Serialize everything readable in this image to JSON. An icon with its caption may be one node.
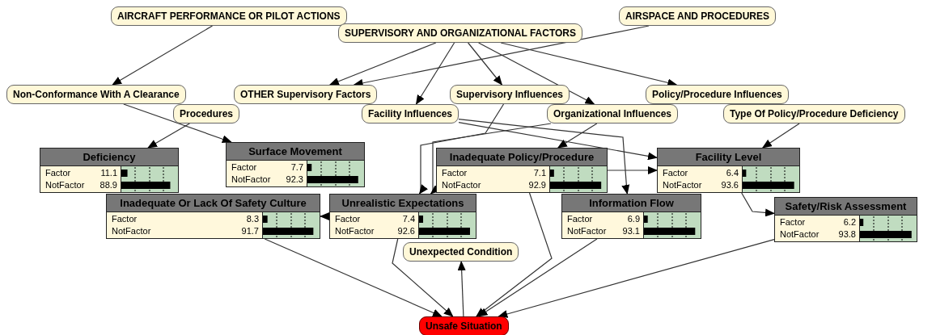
{
  "diagram": {
    "nodes": [
      {
        "text": [
          "AIRCRAFT PERFORMANCE OR PILOT ACTIONS"
        ]
      },
      {
        "text": [
          "SUPERVISORY AND ORGANIZATIONAL FACTORS"
        ]
      },
      {
        "text": [
          "AIRSPACE AND PROCEDURES"
        ]
      },
      {
        "text": [
          "Non-Conformance With A Clearance"
        ]
      },
      {
        "text": [
          "OTHER Supervisory Factors"
        ]
      },
      {
        "text": [
          "Supervisory Influences"
        ]
      },
      {
        "text": [
          "Policy/Procedure Influences"
        ]
      },
      {
        "text": [
          "Procedures"
        ]
      },
      {
        "text": [
          "Facility Influences"
        ]
      },
      {
        "text": [
          "Organizational Influences"
        ]
      },
      {
        "text": [
          "Type Of Policy/Procedure Deficiency"
        ]
      },
      {
        "text": [
          "Deficiency",
          "Factor",
          "11.1",
          "NotFactor",
          "88.9"
        ]
      },
      {
        "text": [
          "Surface Movement",
          "Factor",
          "7.7",
          "NotFactor",
          "92.3"
        ]
      },
      {
        "text": [
          "Inadequate Policy/Procedure",
          "Factor",
          "7.1",
          "NotFactor",
          "92.9"
        ]
      },
      {
        "text": [
          "Facility Level",
          "Factor",
          "6.4",
          "NotFactor",
          "93.6"
        ]
      },
      {
        "text": [
          "Inadequate Or Lack Of Safety Culture",
          "Factor",
          "8.3",
          "NotFactor",
          "91.7"
        ]
      },
      {
        "text": [
          "Unrealistic Expectations",
          "Factor",
          "7.4",
          "NotFactor",
          "92.6"
        ]
      },
      {
        "text": [
          "Information Flow",
          "Factor",
          "6.9",
          "NotFactor",
          "93.1"
        ]
      },
      {
        "text": [
          "Safety/Risk Assessment",
          "Factor",
          "6.2",
          "NotFactor",
          "93.8"
        ]
      },
      {
        "text": [
          "Unexpected Condition"
        ]
      },
      {
        "text": [
          "Unsafe Situation"
        ]
      }
    ],
    "edges": [
      {
        "from": 0,
        "to": 3,
        "arrow": "to"
      },
      {
        "from": 1,
        "to": 4,
        "arrow": "to"
      },
      {
        "from": 2,
        "to": 4,
        "arrow": "to"
      },
      {
        "from": 1,
        "to": 8,
        "arrow": "to"
      },
      {
        "from": 1,
        "to": 5,
        "arrow": "to"
      },
      {
        "from": 1,
        "to": 9,
        "arrow": "to"
      },
      {
        "from": 1,
        "to": 6,
        "arrow": "to"
      },
      {
        "from": 3,
        "to": 12,
        "arrow": "to"
      },
      {
        "from": 7,
        "to": 11,
        "arrow": "to"
      },
      {
        "from": 8,
        "to": 14,
        "arrow": "to"
      },
      {
        "from": 8,
        "to": 17,
        "arrow": "to"
      },
      {
        "from": 9,
        "to": 13,
        "arrow": "to"
      },
      {
        "from": 9,
        "to": 16,
        "arrow": "to"
      },
      {
        "from": 5,
        "to": 16,
        "arrow": "to"
      },
      {
        "from": 10,
        "to": 14,
        "arrow": "to"
      },
      {
        "from": 16,
        "to": 15,
        "arrow": "to"
      },
      {
        "from": 13,
        "to": 14,
        "arrow": "to"
      },
      {
        "from": 14,
        "to": 18,
        "arrow": "to"
      },
      {
        "from": 15,
        "to": 20,
        "arrow": "to"
      },
      {
        "from": 16,
        "to": 20,
        "arrow": "to"
      },
      {
        "from": 13,
        "to": 20,
        "arrow": "to"
      },
      {
        "from": 17,
        "to": 20,
        "arrow": "to"
      },
      {
        "from": 18,
        "to": 20,
        "arrow": "to"
      },
      {
        "from": 20,
        "to": 19,
        "arrow": "to"
      }
    ]
  }
}
